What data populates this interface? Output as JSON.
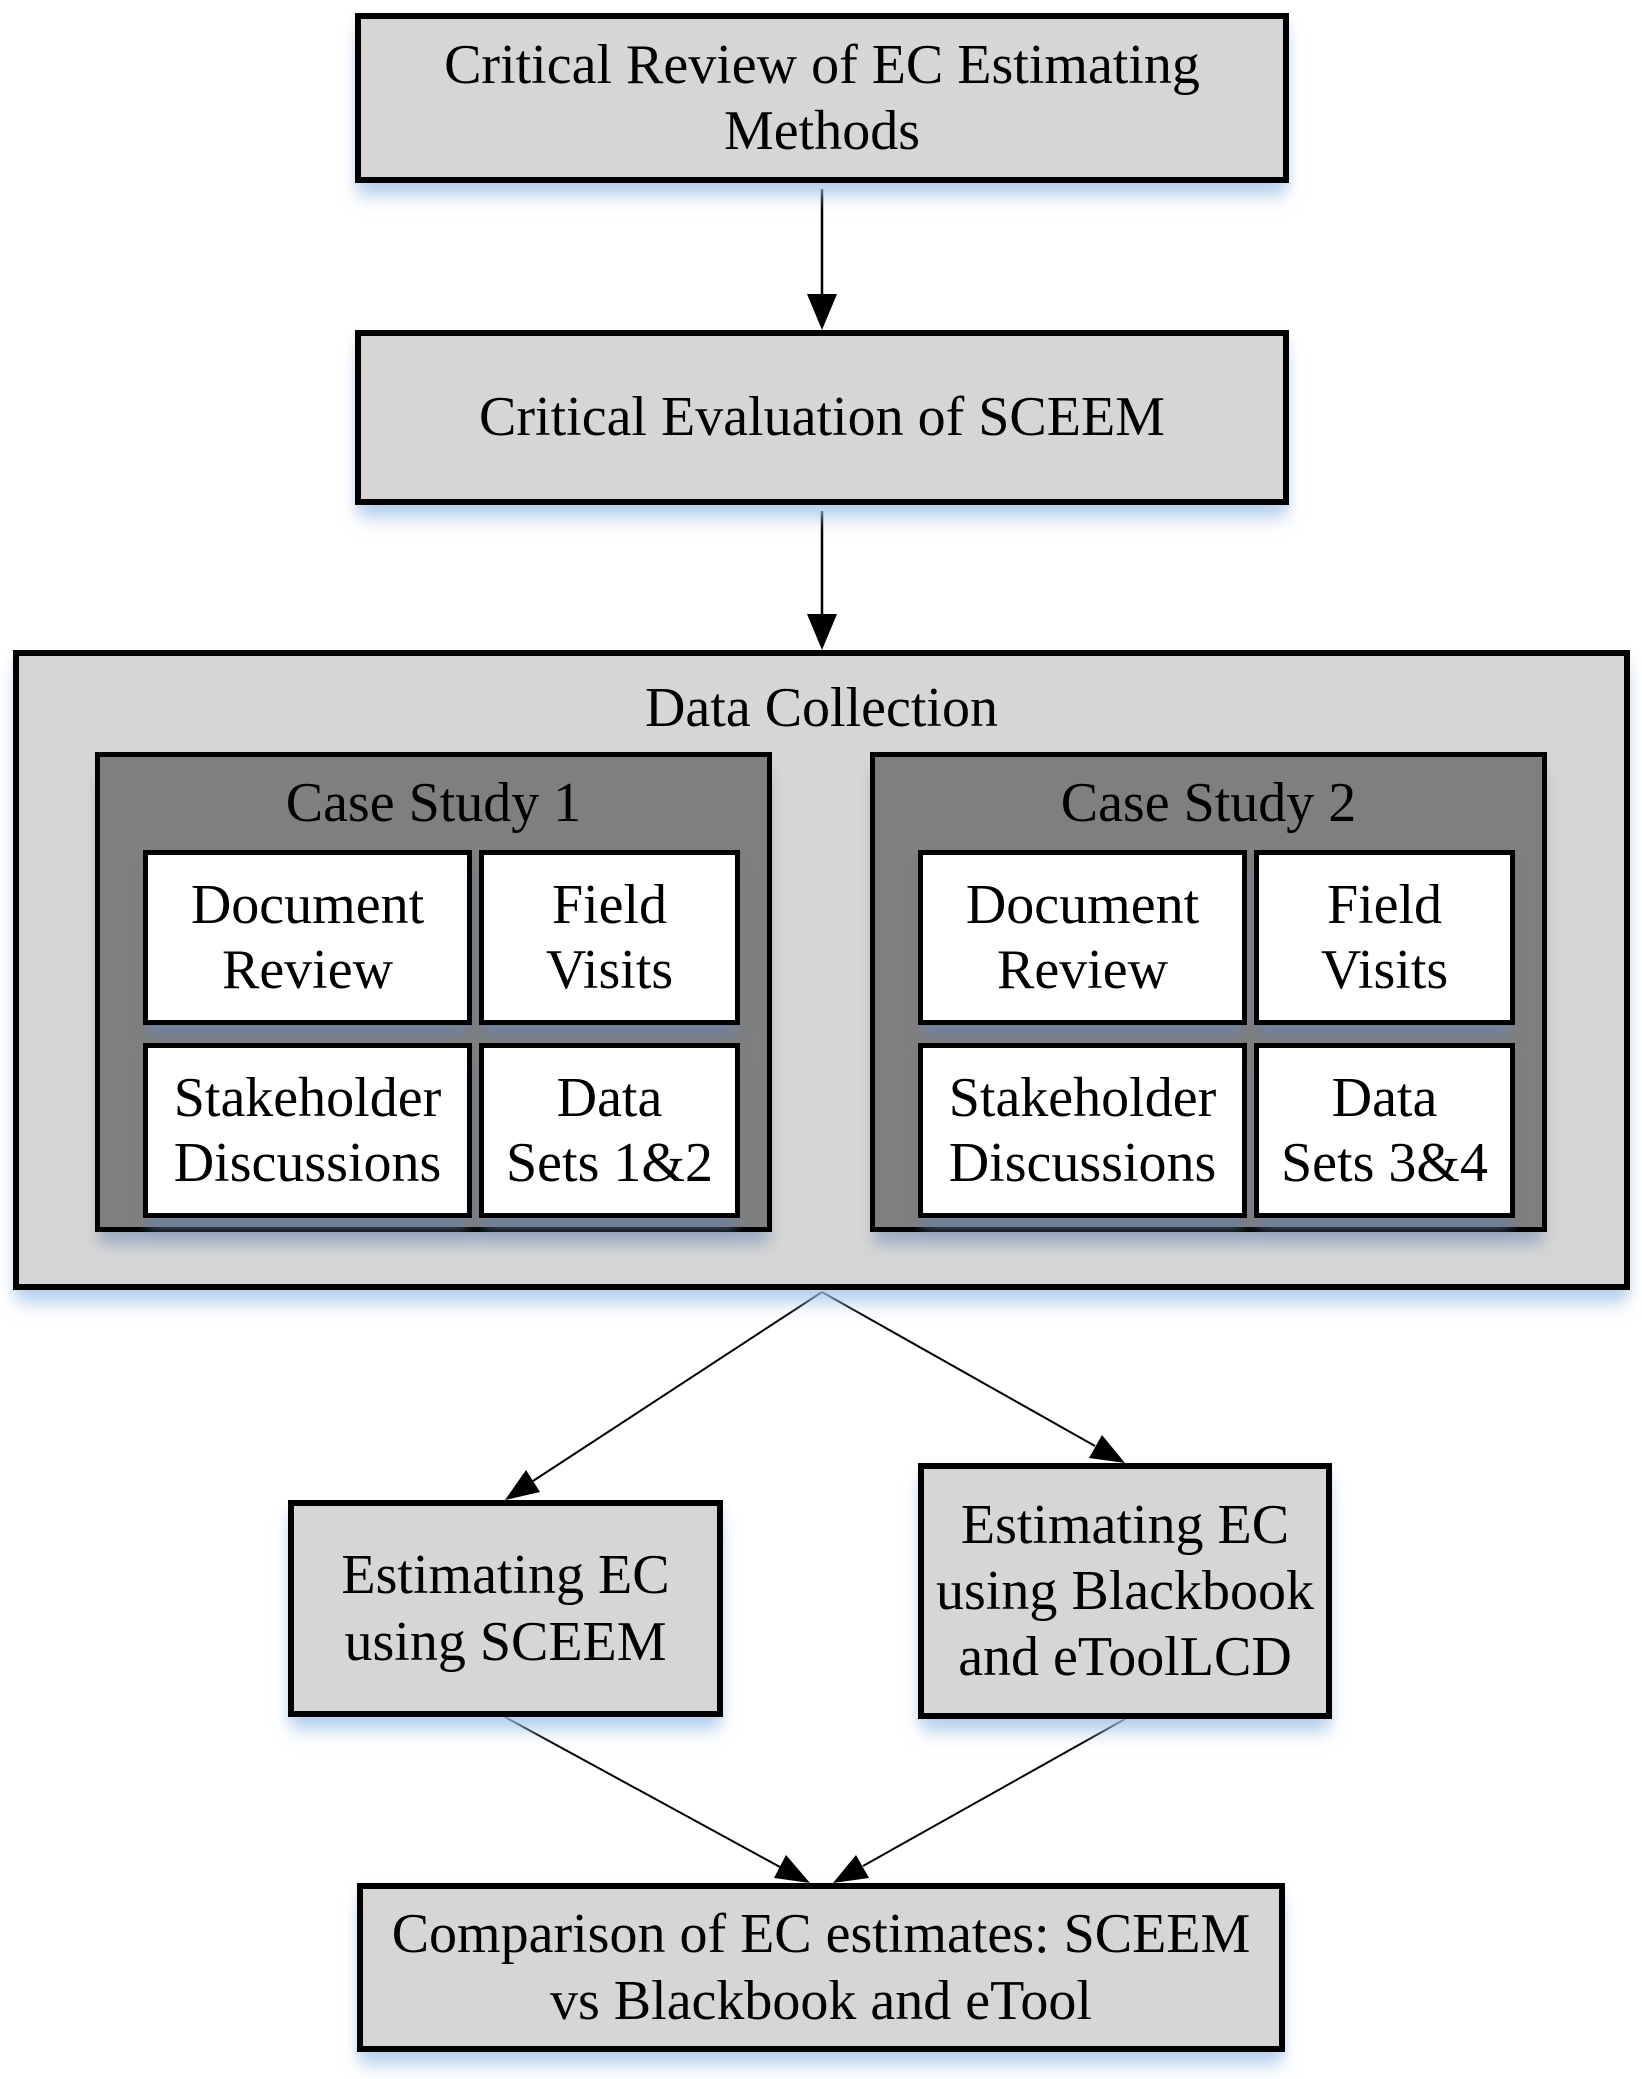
{
  "diagram": {
    "type": "flowchart",
    "colors": {
      "box_fill": "#d6d6d6",
      "case_study_fill": "#7f7f7f",
      "item_fill": "#ffffff",
      "border": "#000000",
      "shadow": "#a0c1e6",
      "text": "#000000"
    },
    "flow": {
      "box1": {
        "lines": [
          "Critical Review of EC Estimating",
          "Methods"
        ]
      },
      "box2": {
        "lines": [
          "Critical Evaluation of SCEEM"
        ]
      },
      "data_collection": {
        "title": "Data Collection",
        "case_studies": [
          {
            "title": "Case Study 1",
            "items": [
              {
                "lines": [
                  "Document",
                  "Review"
                ]
              },
              {
                "lines": [
                  "Field",
                  "Visits"
                ]
              },
              {
                "lines": [
                  "Stakeholder",
                  "Discussions"
                ]
              },
              {
                "lines": [
                  "Data",
                  "Sets 1&2"
                ]
              }
            ]
          },
          {
            "title": "Case Study 2",
            "items": [
              {
                "lines": [
                  "Document",
                  "Review"
                ]
              },
              {
                "lines": [
                  "Field",
                  "Visits"
                ]
              },
              {
                "lines": [
                  "Stakeholder",
                  "Discussions"
                ]
              },
              {
                "lines": [
                  "Data",
                  "Sets 3&4"
                ]
              }
            ]
          }
        ]
      },
      "estimate_left": {
        "lines": [
          "Estimating EC",
          "using SCEEM"
        ]
      },
      "estimate_right": {
        "lines": [
          "Estimating EC",
          "using Blackbook",
          "and eToolLCD"
        ]
      },
      "comparison": {
        "lines": [
          "Comparison of EC estimates: SCEEM",
          "vs Blackbook and eTool"
        ]
      }
    }
  }
}
